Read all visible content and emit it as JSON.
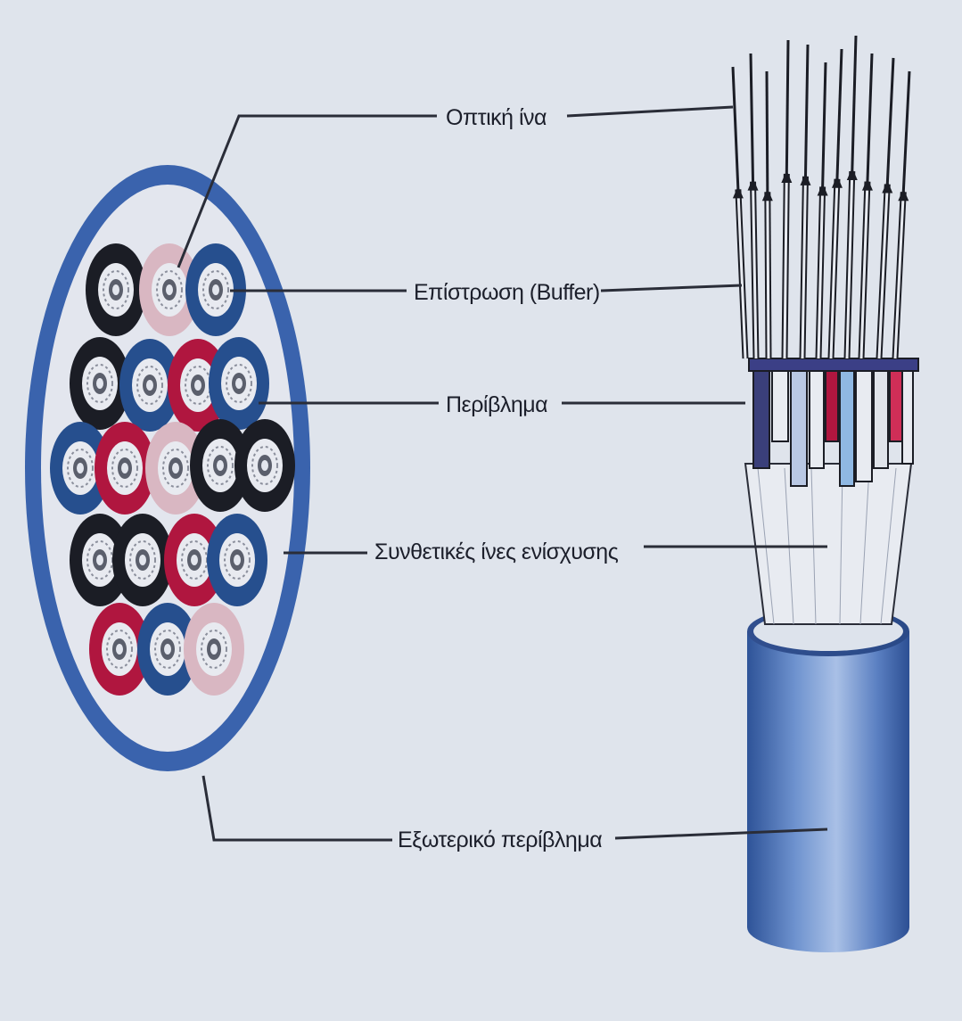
{
  "labels": {
    "optical_fiber": "Οπτική ίνα",
    "buffer": "Επίστρωση (Buffer)",
    "jacket": "Περίβλημα",
    "strength_fibers": "Συνθετικές ίνες ενίσχυσης",
    "outer_jacket": "Εξωτερικό περίβλημα"
  },
  "colors": {
    "background": "#dfe4ec",
    "outer_sheath": "#3a63ad",
    "black_tube": "#1b1d25",
    "red_tube": "#b0163f",
    "pink_tube": "#d9b7c2",
    "blue_tube": "#264f8e",
    "leader_line": "#2a2d38"
  },
  "fiber_tube_colors": [
    "black",
    "pink",
    "blue",
    "black",
    "blue",
    "red",
    "blue",
    "blue",
    "red",
    "pink",
    "black",
    "black",
    "black",
    "black",
    "red",
    "blue",
    "red",
    "blue",
    "pink"
  ]
}
